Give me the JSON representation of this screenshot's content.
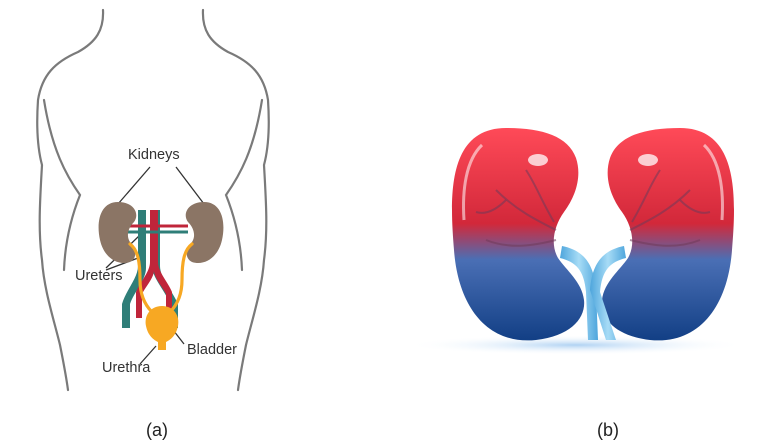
{
  "panel_a": {
    "caption": "(a)",
    "labels": {
      "kidneys": "Kidneys",
      "ureters": "Ureters",
      "bladder": "Bladder",
      "urethra": "Urethra"
    },
    "colors": {
      "body_outline": "#7a7a7a",
      "kidney": "#8b7565",
      "artery": "#c0253a",
      "vein": "#2f7e78",
      "ureter": "#f7a823",
      "bladder": "#f7a823"
    }
  },
  "panel_b": {
    "caption": "(b)",
    "colors": {
      "upper": "#e8283a",
      "lower": "#1f5fb0",
      "ureter": "#7fc4ea"
    }
  }
}
